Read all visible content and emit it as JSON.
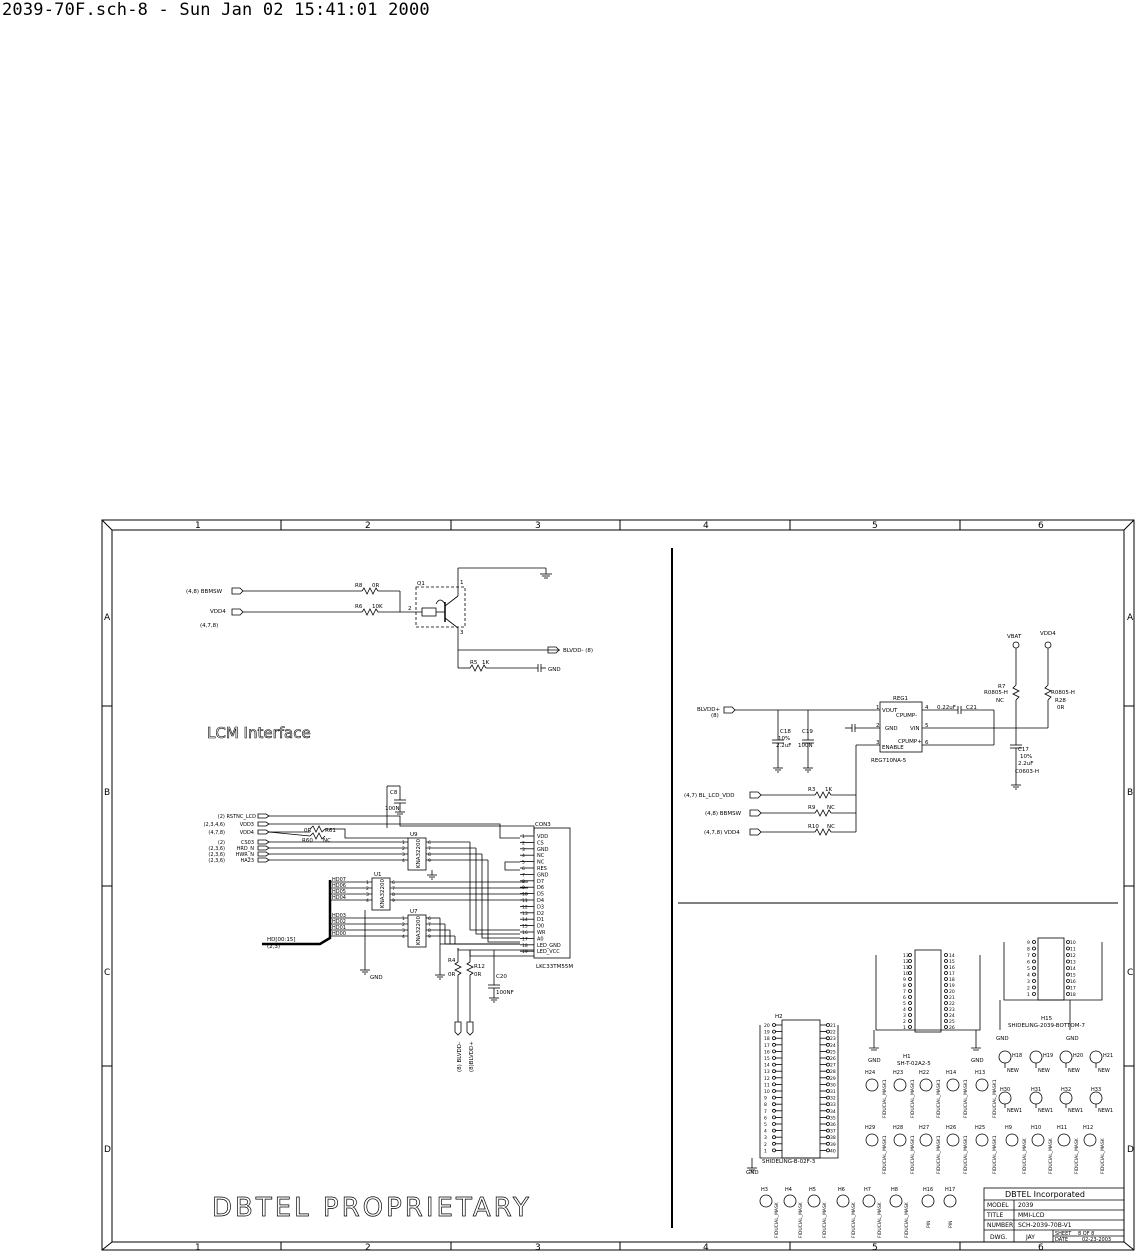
{
  "header": {
    "title": "2039-70F.sch-8 - Sun Jan 02 15:41:01 2000"
  },
  "frame": {
    "col_labels": [
      "1",
      "2",
      "3",
      "4",
      "5",
      "6"
    ],
    "row_labels": [
      "A",
      "B",
      "C",
      "D"
    ]
  },
  "lcm": {
    "title": "LCM Interface",
    "q1": {
      "ref": "Q1",
      "pin1": "1",
      "pin2": "2",
      "pin3": "3"
    },
    "r8": {
      "ref": "R8",
      "val": "0R"
    },
    "r6": {
      "ref": "R6",
      "val": "10K"
    },
    "r5": {
      "ref": "R5",
      "val": "1K"
    },
    "net_bbmsw": "(4,8) BBMSW",
    "net_vdd4": "VDD4",
    "net_vdd4_pages": "(4,7,8)",
    "net_blvdd": "BLVDD- (8)",
    "gnd": "GND"
  },
  "lcd": {
    "c8": {
      "ref": "C8",
      "val": "100N"
    },
    "r61": {
      "ref": "R61",
      "val": "0R"
    },
    "r60": {
      "ref": "R60",
      "val": "NC"
    },
    "signals": [
      {
        "pages": "(2) RSTNC_LCD",
        "name": ""
      },
      {
        "pages": "(2,3,4,6)",
        "name": "VDD3"
      },
      {
        "pages": "(4,7,8)",
        "name": "VDD4"
      },
      {
        "pages": "(2)",
        "name": "CS03"
      },
      {
        "pages": "(2,3,6)",
        "name": "HRD_N"
      },
      {
        "pages": "(2,3,6)",
        "name": "HWR_N"
      },
      {
        "pages": "(2,3,6)",
        "name": "HA23"
      }
    ],
    "u9": {
      "ref": "U9",
      "part": "KNA32200"
    },
    "u1": {
      "ref": "U1",
      "part": "KNA32200"
    },
    "u7": {
      "ref": "U7",
      "part": "KNA32200"
    },
    "hd_bus_hi": [
      "HD07",
      "HD06",
      "HD05",
      "HD04"
    ],
    "hd_bus_lo": [
      "HD03",
      "HD02",
      "HD01",
      "HD00"
    ],
    "hd_bus": "HD[00:15]",
    "hd_bus_pages": "(2,3)",
    "con3": {
      "ref": "CON3",
      "part": "LKC33TM55M",
      "pins": [
        "VDD",
        "CS",
        "GND",
        "NC",
        "NC",
        "RES",
        "GND",
        "D7",
        "D6",
        "D5",
        "D4",
        "D3",
        "D2",
        "D1",
        "D0",
        "WR",
        "A0",
        "LED_GND",
        "LED_VCC"
      ],
      "pin_nums": [
        "1",
        "2",
        "3",
        "4",
        "5",
        "6",
        "7",
        "8",
        "9",
        "10",
        "11",
        "12",
        "13",
        "14",
        "15",
        "16",
        "17",
        "18",
        "19"
      ]
    },
    "r4": {
      "ref": "R4",
      "val": "0R"
    },
    "r12": {
      "ref": "R12",
      "val": "0R"
    },
    "c20": {
      "ref": "C20",
      "val": "100NF"
    },
    "blvdd_minus": "(8) BLVDD-",
    "blvdd_plus": "(8)BLVDD+",
    "watermark": "DBTEL PROPRIETARY"
  },
  "reg": {
    "blvdd_in": "BLVDD+",
    "blvdd_in_page": "(8)",
    "reg1": {
      "ref": "REG1",
      "part": "REG710NA-5",
      "pins_left": [
        "VOUT",
        "GND",
        "ENABLE"
      ],
      "pins_left_num": [
        "1",
        "2",
        "3"
      ],
      "pins_right": [
        "CPUMP-",
        "VIN",
        "CPUMP+"
      ],
      "pins_right_num": [
        "4",
        "5",
        "6"
      ]
    },
    "c21": {
      "ref": "C21",
      "val": "0.22uF"
    },
    "c18": {
      "ref": "C18",
      "val1": "10%",
      "val2": "2.2uF"
    },
    "c19": {
      "ref": "C19",
      "val": "100N"
    },
    "c17": {
      "ref": "C17",
      "val1": "10%",
      "val2": "2.2uF",
      "pkg": "C0603-H"
    },
    "r7": {
      "ref": "R7",
      "pkg": "R0805-H",
      "val": "NC"
    },
    "r28": {
      "ref": "R28",
      "pkg": "R0805-H",
      "val": "0R"
    },
    "vbat": "VBAT",
    "vdd4": "VDD4",
    "r3": {
      "ref": "R3",
      "val": "1K"
    },
    "r9": {
      "ref": "R9",
      "val": "NC"
    },
    "r10": {
      "ref": "R10",
      "val": "NC"
    },
    "in_bl_lcd": "(4,7) BL_LCD_VDD",
    "in_bbmsw": "(4,8) BBMSW",
    "in_vdd4": "(4,7,8) VDD4"
  },
  "mech": {
    "h2": {
      "ref": "H2",
      "part": "SHIDELING-B-02F-3"
    },
    "h1": {
      "ref": "H1",
      "part": "SH-T-02A2-5"
    },
    "h15": {
      "ref": "H15",
      "part": "SHIDELING-2039-BOTTOM-7"
    },
    "gnd": "GND",
    "new_pins": [
      "H18",
      "H19",
      "H20",
      "H21"
    ],
    "new_label": "NEW",
    "new1_pins": [
      "H30",
      "H31",
      "H32",
      "H33"
    ],
    "new1_label": "NEW1",
    "fid_row1": [
      "H24",
      "H23",
      "H22",
      "H14",
      "H13"
    ],
    "fid_row2": [
      "H29",
      "H28",
      "H27",
      "H26",
      "H25",
      "H9",
      "H10",
      "H11",
      "H12"
    ],
    "fid_row3": [
      "H3",
      "H4",
      "H5",
      "H6",
      "H7",
      "H8"
    ],
    "pin_holes": [
      "H16",
      "H17"
    ],
    "fid_label": "FIDUCIAL_MASK",
    "fid_label1": "FIDUCIAL_MASK1",
    "pin_label": "PIN"
  },
  "title_block": {
    "company": "DBTEL  Incorporated",
    "model_label": "MODEL",
    "model": "2039",
    "title_label": "TITLE",
    "title": "MMI-LCD",
    "number_label": "NUMBER",
    "number": "SCH-2039-70B-V1",
    "dwg_label": "DWG.",
    "dwg": "JAY",
    "sheet_label": "SHEET",
    "sheet": "8  OF  8",
    "date_label": "DATE",
    "date": "02-23-2003"
  }
}
